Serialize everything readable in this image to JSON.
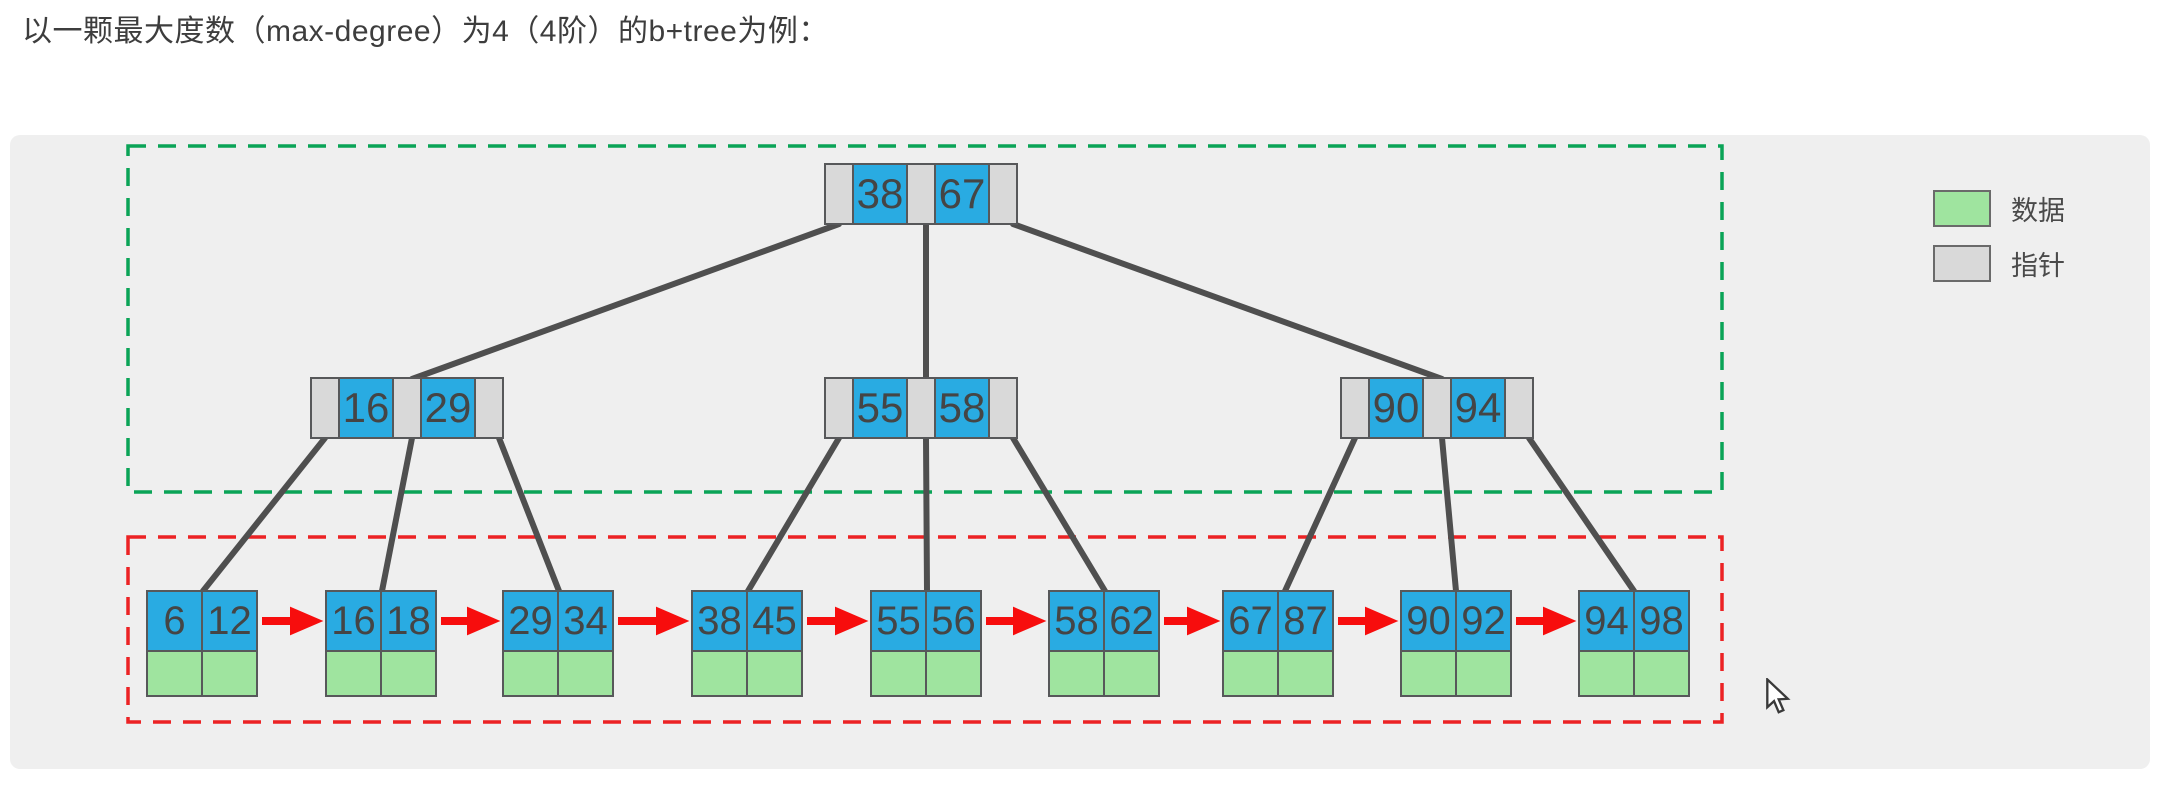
{
  "page": {
    "title": "以一颗最大度数（max-degree）为4（4阶）的b+tree为例："
  },
  "legend": {
    "items": [
      {
        "label": "数据",
        "color": "#9fe49f"
      },
      {
        "label": "指针",
        "color": "#d9d9d9"
      }
    ]
  },
  "tree": {
    "root": {
      "keys": [
        "38",
        "67"
      ]
    },
    "internal_nodes": [
      {
        "keys": [
          "16",
          "29"
        ]
      },
      {
        "keys": [
          "55",
          "58"
        ]
      },
      {
        "keys": [
          "90",
          "94"
        ]
      }
    ],
    "leaf_nodes": [
      {
        "keys": [
          "6",
          "12"
        ]
      },
      {
        "keys": [
          "16",
          "18"
        ]
      },
      {
        "keys": [
          "29",
          "34"
        ]
      },
      {
        "keys": [
          "38",
          "45"
        ]
      },
      {
        "keys": [
          "55",
          "56"
        ]
      },
      {
        "keys": [
          "58",
          "62"
        ]
      },
      {
        "keys": [
          "67",
          "87"
        ]
      },
      {
        "keys": [
          "90",
          "92"
        ]
      },
      {
        "keys": [
          "94",
          "98"
        ]
      }
    ]
  },
  "colors": {
    "key_cell": "#29abe2",
    "pointer_cell": "#d9d9d9",
    "data_cell": "#9fe49f",
    "cell_border": "#57585a",
    "tree_edge": "#4f4f4f",
    "leaf_link_arrow": "#f70d0d",
    "internal_group_outline": "#0aa457",
    "leaf_group_outline": "#ec2224",
    "panel_background": "#efefef"
  }
}
